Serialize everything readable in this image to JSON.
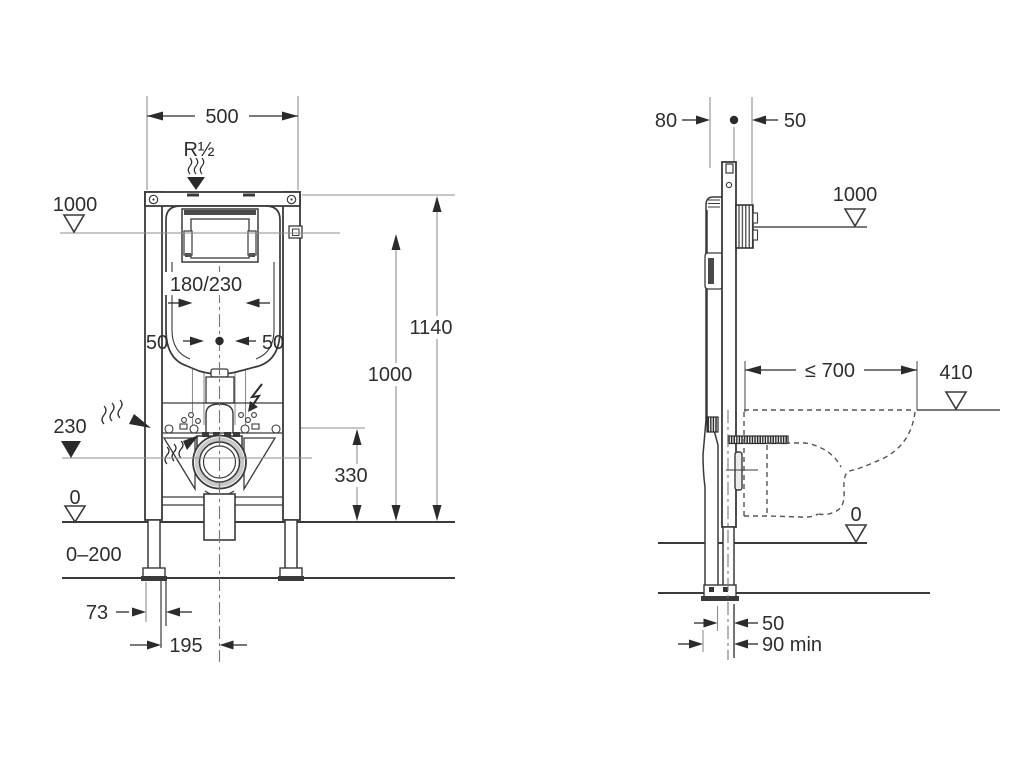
{
  "style": {
    "line_color": "#3a3a3a",
    "dim_color": "#2b2b2b",
    "light_line_color": "#8f8f8f",
    "background": "#ffffff"
  },
  "drawing": {
    "front_view": {
      "frame_width": "500",
      "water_supply_thread": "R½",
      "level_1000": "1000",
      "flush_pipe_offset": "180/230",
      "offset_left_50": "50",
      "offset_right_50": "50",
      "outlet_level_230": "230",
      "zero_level": "0",
      "floor_buildup_range": "0–200",
      "dim_outlet_330": "330",
      "dim_1000": "1000",
      "dim_1140": "1140",
      "dim_73": "73",
      "dim_195": "195"
    },
    "side_view": {
      "dim_80": "80",
      "dim_50_top": "50",
      "level_1000": "1000",
      "dim_pan_depth": "≤ 700",
      "dim_410": "410",
      "zero_level": "0",
      "dim_50_bottom": "50",
      "dim_90_min": "90 min"
    }
  }
}
